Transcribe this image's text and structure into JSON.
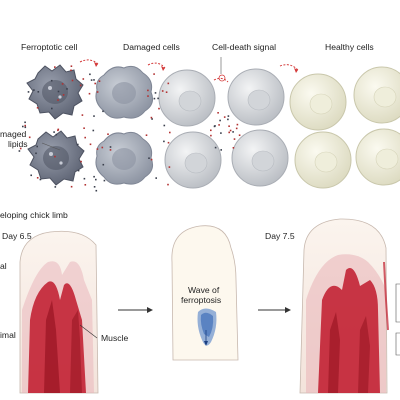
{
  "cells_panel": {
    "labels": {
      "ferroptotic": "Ferroptotic cell",
      "damaged": "Damaged cells",
      "signal": "Cell-death signal",
      "healthy": "Healthy cells",
      "lipids_line1": "maged",
      "lipids_line2": "lipids"
    }
  },
  "limb_panel": {
    "title": "eloping chick limb",
    "day_left": "Day 6.5",
    "day_right": "Day 7.5",
    "side_top": "al",
    "side_bottom": "imal",
    "muscle": "Muscle",
    "wave_line1": "Wave of",
    "wave_line2": "ferroptosis"
  },
  "colors": {
    "ferroptotic_cell": "#7c8191",
    "damaged_cell": "#b7bcc6",
    "grey_cell": "#d7d9dc",
    "healthy_cell": "#ecebd6",
    "muscle_red": "#c0192b",
    "wave_blue": "#3f75c4",
    "arrow_red": "#d43a3a"
  }
}
